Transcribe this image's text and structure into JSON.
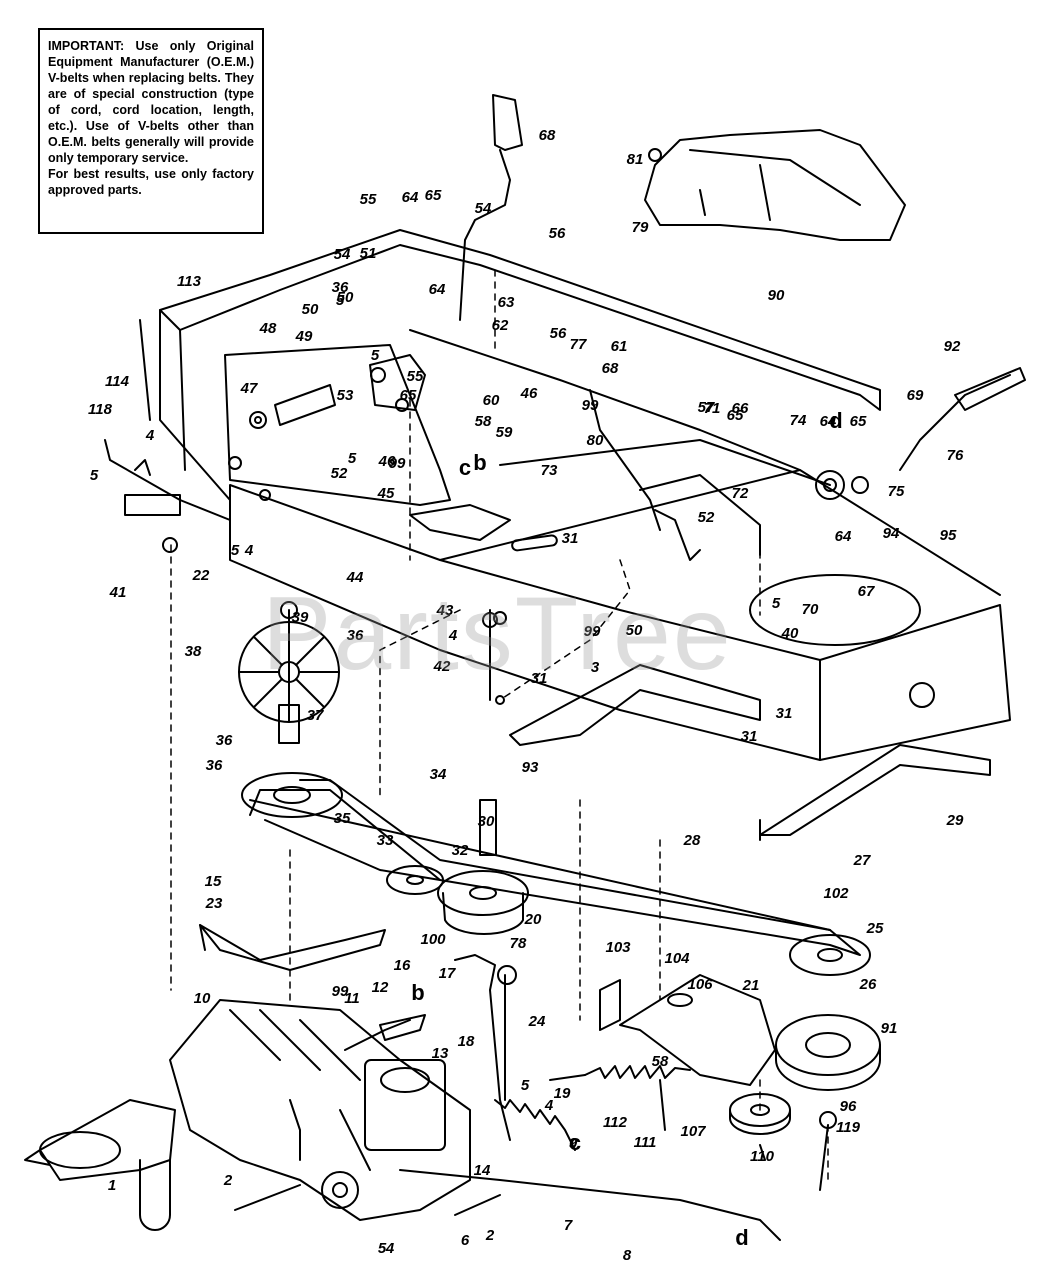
{
  "notice": {
    "heading": "IMPORTANT:",
    "text": "Use only Original Equipment Manufacturer (O.E.M.) V-belts when replacing belts. They are of special construction (type of cord, cord location, length, etc.). Use of V-belts other than O.E.M. belts generally will provide only temporary service.",
    "note": "For best results, use only factory approved parts."
  },
  "watermark": "PartsTree",
  "callouts": [
    "1",
    "2",
    "2",
    "3",
    "4",
    "4",
    "4",
    "4",
    "4",
    "5",
    "5",
    "5",
    "5",
    "5",
    "5",
    "5",
    "5",
    "6",
    "7",
    "8",
    "9",
    "10",
    "11",
    "12",
    "13",
    "14",
    "15",
    "16",
    "17",
    "18",
    "19",
    "20",
    "21",
    "22",
    "23",
    "24",
    "25",
    "26",
    "27",
    "28",
    "29",
    "30",
    "31",
    "31",
    "31",
    "31",
    "32",
    "33",
    "34",
    "35",
    "36",
    "36",
    "36",
    "36",
    "37",
    "38",
    "39",
    "40",
    "41",
    "42",
    "43",
    "44",
    "45",
    "46",
    "46",
    "47",
    "48",
    "49",
    "50",
    "50",
    "50",
    "51",
    "52",
    "52",
    "53",
    "54",
    "54",
    "55",
    "55",
    "56",
    "56",
    "57",
    "58",
    "58",
    "59",
    "60",
    "61",
    "62",
    "63",
    "64",
    "64",
    "64",
    "64",
    "65",
    "65",
    "65",
    "65",
    "66",
    "67",
    "68",
    "68",
    "69",
    "70",
    "71",
    "72",
    "73",
    "74",
    "75",
    "76",
    "77",
    "78",
    "79",
    "80",
    "81",
    "90",
    "91",
    "92",
    "93",
    "94",
    "95",
    "96",
    "99",
    "99",
    "99",
    "99",
    "100",
    "102",
    "103",
    "104",
    "106",
    "107",
    "110",
    "111",
    "112",
    "113",
    "114",
    "118",
    "119"
  ],
  "letters": [
    "b",
    "b",
    "c",
    "c",
    "d",
    "d"
  ]
}
